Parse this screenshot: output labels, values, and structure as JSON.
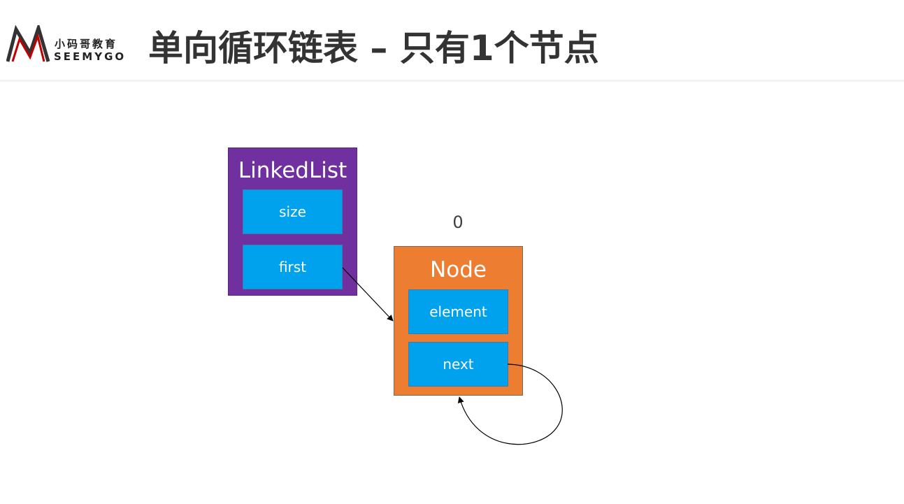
{
  "header": {
    "logo": {
      "cn_text": "小码哥教育",
      "en_text": "SEEMYGO"
    },
    "title": "单向循环链表 – 只有1个节点"
  },
  "diagram": {
    "linked_list": {
      "title": "LinkedList",
      "fields": [
        "size",
        "first"
      ],
      "color": "#7030a0"
    },
    "node": {
      "index_label": "0",
      "title": "Node",
      "fields": [
        "element",
        "next"
      ],
      "color": "#ed7d31"
    },
    "field_color": "#00a2ed"
  }
}
